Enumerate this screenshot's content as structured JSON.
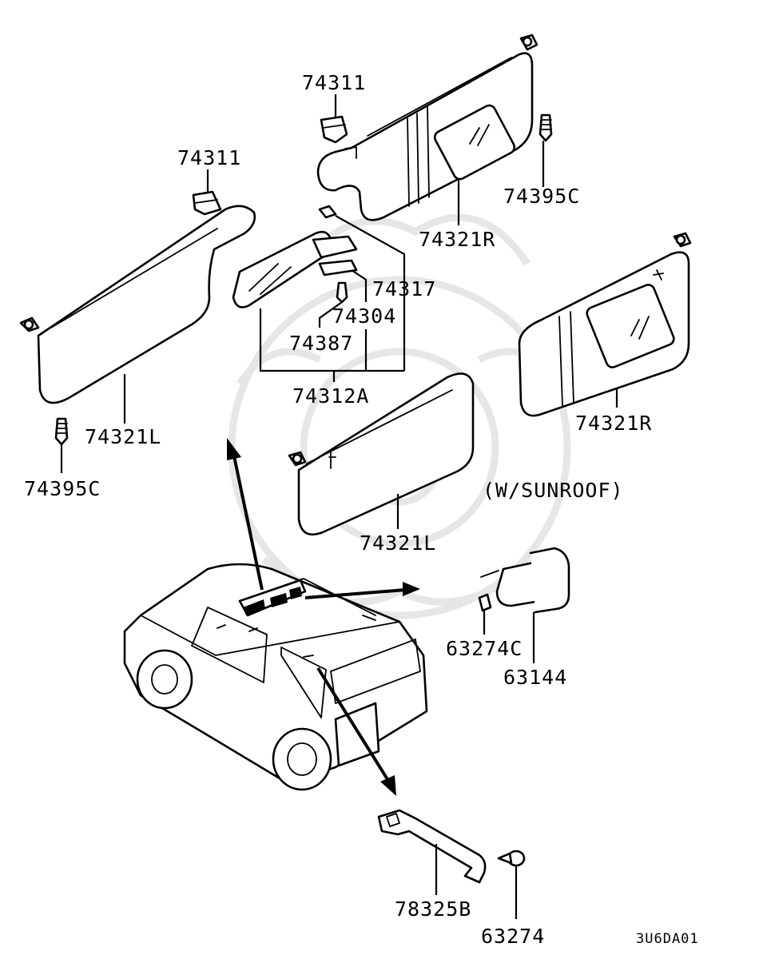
{
  "labels": {
    "clip_upper": "74311",
    "clip_left": "74311",
    "screw_upper_right": "74395C",
    "visor_right_upper": "74321R",
    "mirror_part": "74317",
    "mirror_holder": "74304",
    "mirror_screw": "74387",
    "mirror_assembly": "74312A",
    "visor_left_upper": "74321L",
    "screw_left": "74395C",
    "visor_right_sunroof": "74321R",
    "visor_left_sunroof": "74321L",
    "sunroof_note": "(W/SUNROOF)",
    "grip_screw_upper": "63274C",
    "grip_upper": "63144",
    "grip_lower": "78325B",
    "grip_screw_lower": "63274",
    "figure_code": "3U6DA01"
  },
  "colors": {
    "ink": "#000000",
    "watermark": "#e6e6e6",
    "background": "#ffffff"
  }
}
